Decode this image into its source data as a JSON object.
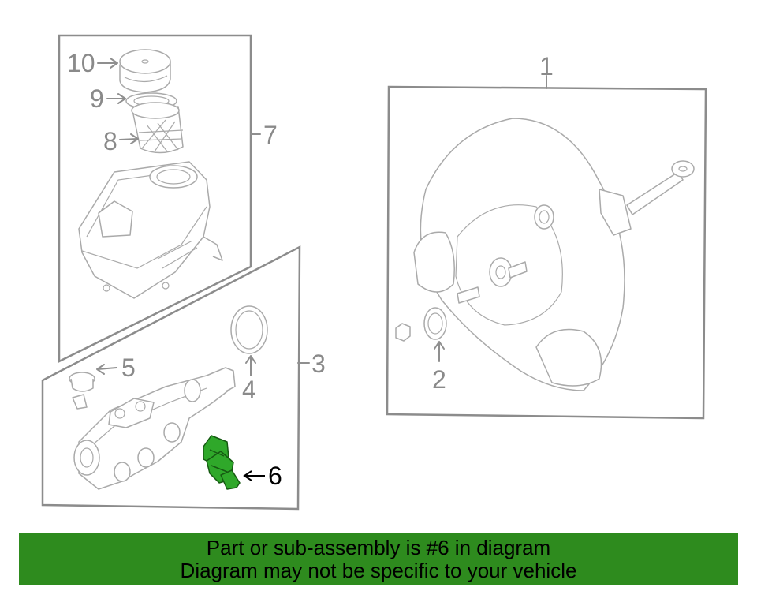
{
  "diagram": {
    "callouts": {
      "c1": "1",
      "c2": "2",
      "c3": "3",
      "c4": "4",
      "c5": "5",
      "c6": "6",
      "c7": "7",
      "c8": "8",
      "c9": "9",
      "c10": "10"
    },
    "highlighted_part": "6",
    "highlight_color": "#2fa82a"
  },
  "banner": {
    "line1": "Part or sub-assembly is #6 in diagram",
    "line2": "Diagram may not be specific to your vehicle",
    "background": "#2e8b1e"
  }
}
